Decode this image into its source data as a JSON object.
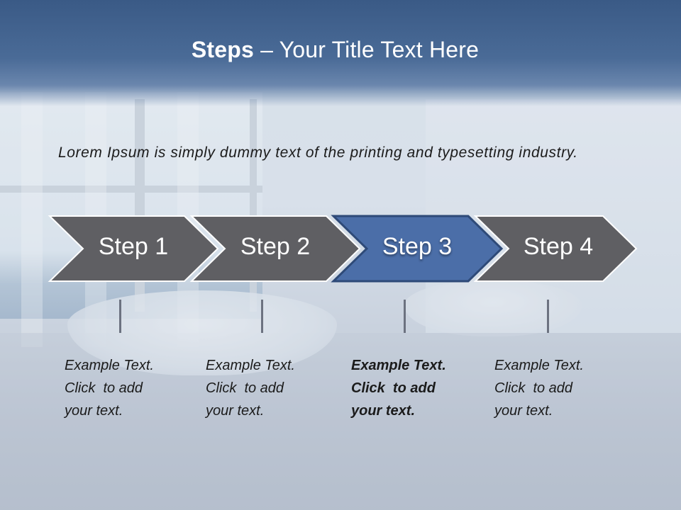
{
  "title": {
    "bold": "Steps",
    "rest": "– Your Title Text Here"
  },
  "lead_text": "Lorem Ipsum is simply dummy text of the printing and typesetting industry.",
  "steps": [
    {
      "label": "Step 1",
      "lines": [
        "Example Text.",
        "Click  to add",
        "your text."
      ]
    },
    {
      "label": "Step 2",
      "lines": [
        "Example Text.",
        "Click  to add",
        "your text."
      ]
    },
    {
      "label": "Step 3",
      "lines": [
        "Example Text.",
        "Click  to add",
        "your text."
      ]
    },
    {
      "label": "Step 4",
      "lines": [
        "Example Text.",
        "Click  to add",
        "your text."
      ]
    }
  ],
  "active_step": 3,
  "colors": {
    "title_bar": "#3a5a86",
    "chevron_default": "#5f5f63",
    "chevron_active": "#4b6ea8",
    "chevron_border": "#ffffff"
  }
}
